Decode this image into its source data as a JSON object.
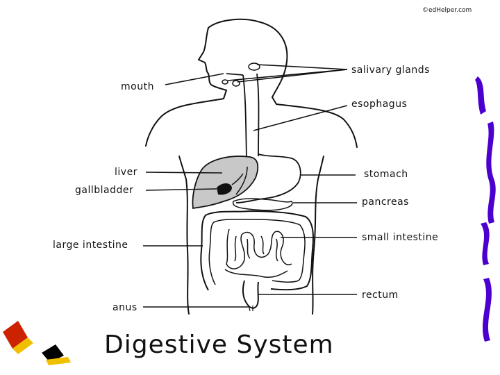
{
  "copyright": "©edHelper.com",
  "title": "Digestive System",
  "labels": {
    "salivary_glands": "salivary glands",
    "mouth": "mouth",
    "esophagus": "esophagus",
    "liver": "liver",
    "stomach": "stomach",
    "gallbladder": "gallbladder",
    "pancreas": "pancreas",
    "small_intestine": "small intestine",
    "large_intestine": "large intestine",
    "rectum": "rectum",
    "anus": "anus"
  },
  "colors": {
    "liver_fill": "#c8c8c8",
    "decor_purple": "#4b00d0",
    "decor_red": "#cc2200",
    "decor_yellow": "#f0c000"
  }
}
